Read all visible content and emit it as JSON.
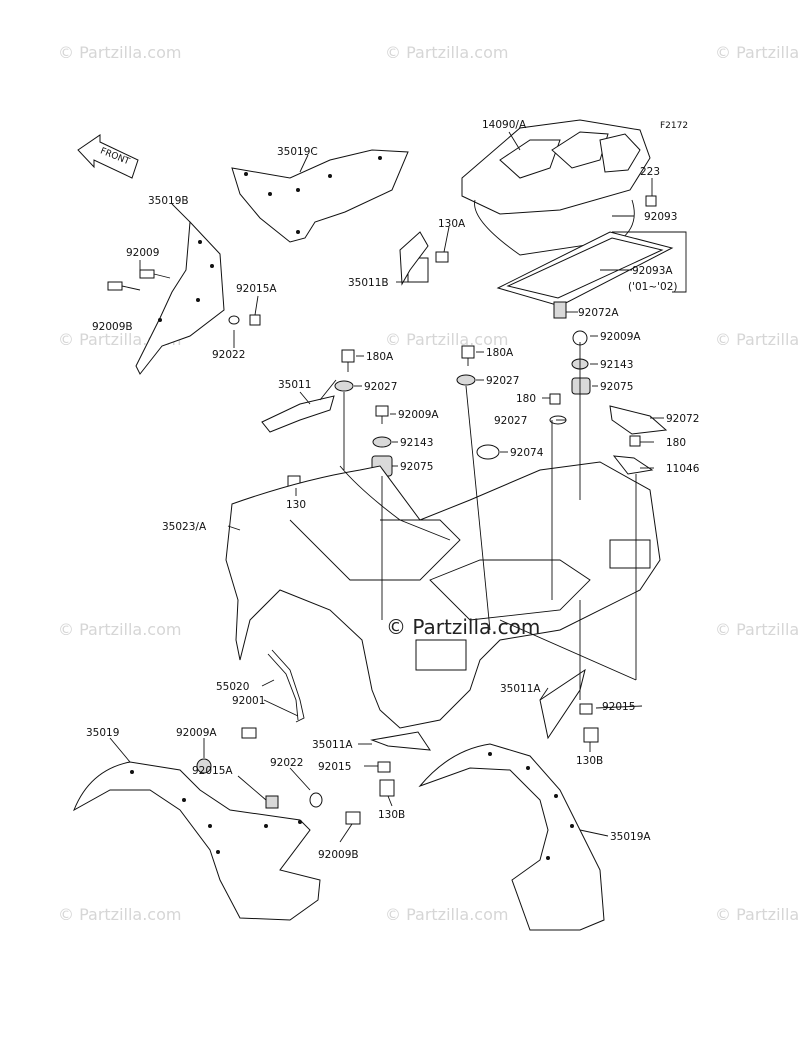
{
  "diagram_code": "F2172",
  "front_indicator": "FRONT",
  "watermark": "© Partzilla.com",
  "watermark_center": "© Partzilla.com",
  "labels": [
    {
      "id": "14090A",
      "text": "14090/A"
    },
    {
      "id": "35019C",
      "text": "35019C"
    },
    {
      "id": "223",
      "text": "223"
    },
    {
      "id": "92093",
      "text": "92093"
    },
    {
      "id": "35019B",
      "text": "35019B"
    },
    {
      "id": "130A",
      "text": "130A"
    },
    {
      "id": "92009-top",
      "text": "92009"
    },
    {
      "id": "35011B",
      "text": "35011B"
    },
    {
      "id": "92093A",
      "text": "92093A"
    },
    {
      "id": "92093A-years",
      "text": "('01~'02)"
    },
    {
      "id": "92015A-top",
      "text": "92015A"
    },
    {
      "id": "92009B-top",
      "text": "92009B"
    },
    {
      "id": "92072A",
      "text": "92072A"
    },
    {
      "id": "92022-top",
      "text": "92022"
    },
    {
      "id": "92009A-right",
      "text": "92009A"
    },
    {
      "id": "180A-left",
      "text": "180A"
    },
    {
      "id": "180A-mid",
      "text": "180A"
    },
    {
      "id": "92143-right",
      "text": "92143"
    },
    {
      "id": "35011",
      "text": "35011"
    },
    {
      "id": "92027-left",
      "text": "92027"
    },
    {
      "id": "92027-mid",
      "text": "92027"
    },
    {
      "id": "92075-right",
      "text": "92075"
    },
    {
      "id": "180-a",
      "text": "180"
    },
    {
      "id": "92009A-mid",
      "text": "92009A"
    },
    {
      "id": "92027-right",
      "text": "92027"
    },
    {
      "id": "92072",
      "text": "92072"
    },
    {
      "id": "92143-mid",
      "text": "92143"
    },
    {
      "id": "92074",
      "text": "92074"
    },
    {
      "id": "180-b",
      "text": "180"
    },
    {
      "id": "92075-mid",
      "text": "92075"
    },
    {
      "id": "11046",
      "text": "11046"
    },
    {
      "id": "130",
      "text": "130"
    },
    {
      "id": "35023A",
      "text": "35023/A"
    },
    {
      "id": "55020",
      "text": "55020"
    },
    {
      "id": "92001",
      "text": "92001"
    },
    {
      "id": "35011A-right",
      "text": "35011A"
    },
    {
      "id": "92015-right",
      "text": "92015"
    },
    {
      "id": "35019",
      "text": "35019"
    },
    {
      "id": "92009A-bottom",
      "text": "92009A"
    },
    {
      "id": "35011A-mid",
      "text": "35011A"
    },
    {
      "id": "130B-right",
      "text": "130B"
    },
    {
      "id": "92015A-bottom",
      "text": "92015A"
    },
    {
      "id": "92022-bottom",
      "text": "92022"
    },
    {
      "id": "92015-mid",
      "text": "92015"
    },
    {
      "id": "130B-mid",
      "text": "130B"
    },
    {
      "id": "35019A",
      "text": "35019A"
    },
    {
      "id": "92009B-bottom",
      "text": "92009B"
    }
  ]
}
